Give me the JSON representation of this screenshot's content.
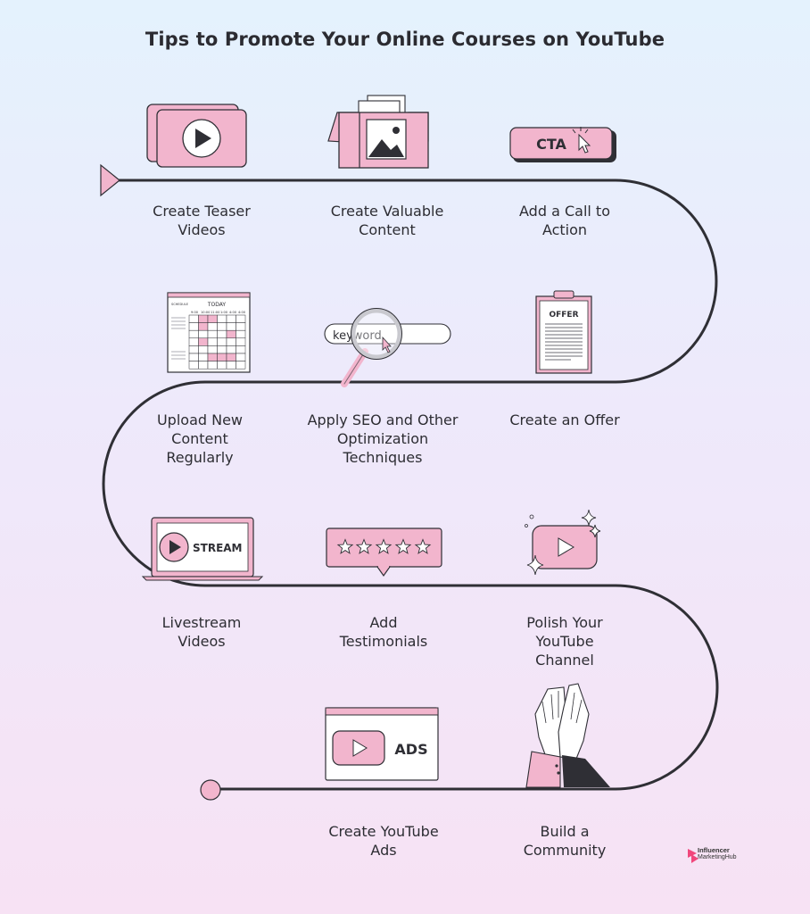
{
  "title": "Tips to Promote Your Online Courses on YouTube",
  "steps": [
    {
      "label": "Create Teaser\nVideos",
      "icon": "teaser-video-icon"
    },
    {
      "label": "Create Valuable\nContent",
      "icon": "content-box-icon"
    },
    {
      "label": "Add a Call to\nAction",
      "icon": "cta-button-icon"
    },
    {
      "label": "Upload New\nContent\nRegularly",
      "icon": "calendar-icon"
    },
    {
      "label": "Apply SEO and Other\nOptimization\nTechniques",
      "icon": "magnifier-icon"
    },
    {
      "label": "Create an Offer",
      "icon": "clipboard-icon"
    },
    {
      "label": "Livestream\nVideos",
      "icon": "laptop-stream-icon"
    },
    {
      "label": "Add\nTestimonials",
      "icon": "star-rating-icon"
    },
    {
      "label": "Polish Your\nYouTube\nChannel",
      "icon": "youtube-sparkle-icon"
    },
    {
      "label": "Create YouTube\nAds",
      "icon": "ads-window-icon"
    },
    {
      "label": "Build a\nCommunity",
      "icon": "high-five-icon"
    }
  ],
  "icon_text": {
    "cta": "CTA",
    "calendar_header": "TODAY",
    "calendar_side": "SCHEDULE",
    "calendar_times": [
      "9:00",
      "10:00",
      "11:00",
      "1:00",
      "4:00",
      "4:00"
    ],
    "keyword": "keyword",
    "offer": "OFFER",
    "stream": "STREAM",
    "ads": "ADS"
  },
  "brand": {
    "line1": "Influencer",
    "line2": "MarketingHub"
  },
  "colors": {
    "accent": "#f2b5cd",
    "line": "#2f2f35",
    "text": "#2d2d33"
  }
}
